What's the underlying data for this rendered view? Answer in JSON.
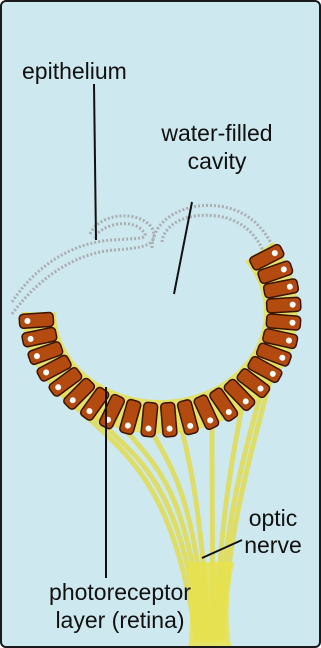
{
  "labels": {
    "epithelium": "epithelium",
    "cavity_line1": "water-filled",
    "cavity_line2": "cavity",
    "optic_line1": "optic",
    "optic_line2": "nerve",
    "photo_line1": "photoreceptor",
    "photo_line2": "layer (retina)"
  },
  "colors": {
    "background": "#cde8ee",
    "epithelium": "#aeb3b8",
    "photoreceptor_fill": "#b34b10",
    "photoreceptor_stroke": "#3a1200",
    "nerve": "#e7e04a",
    "leader_lines": "#111111"
  }
}
